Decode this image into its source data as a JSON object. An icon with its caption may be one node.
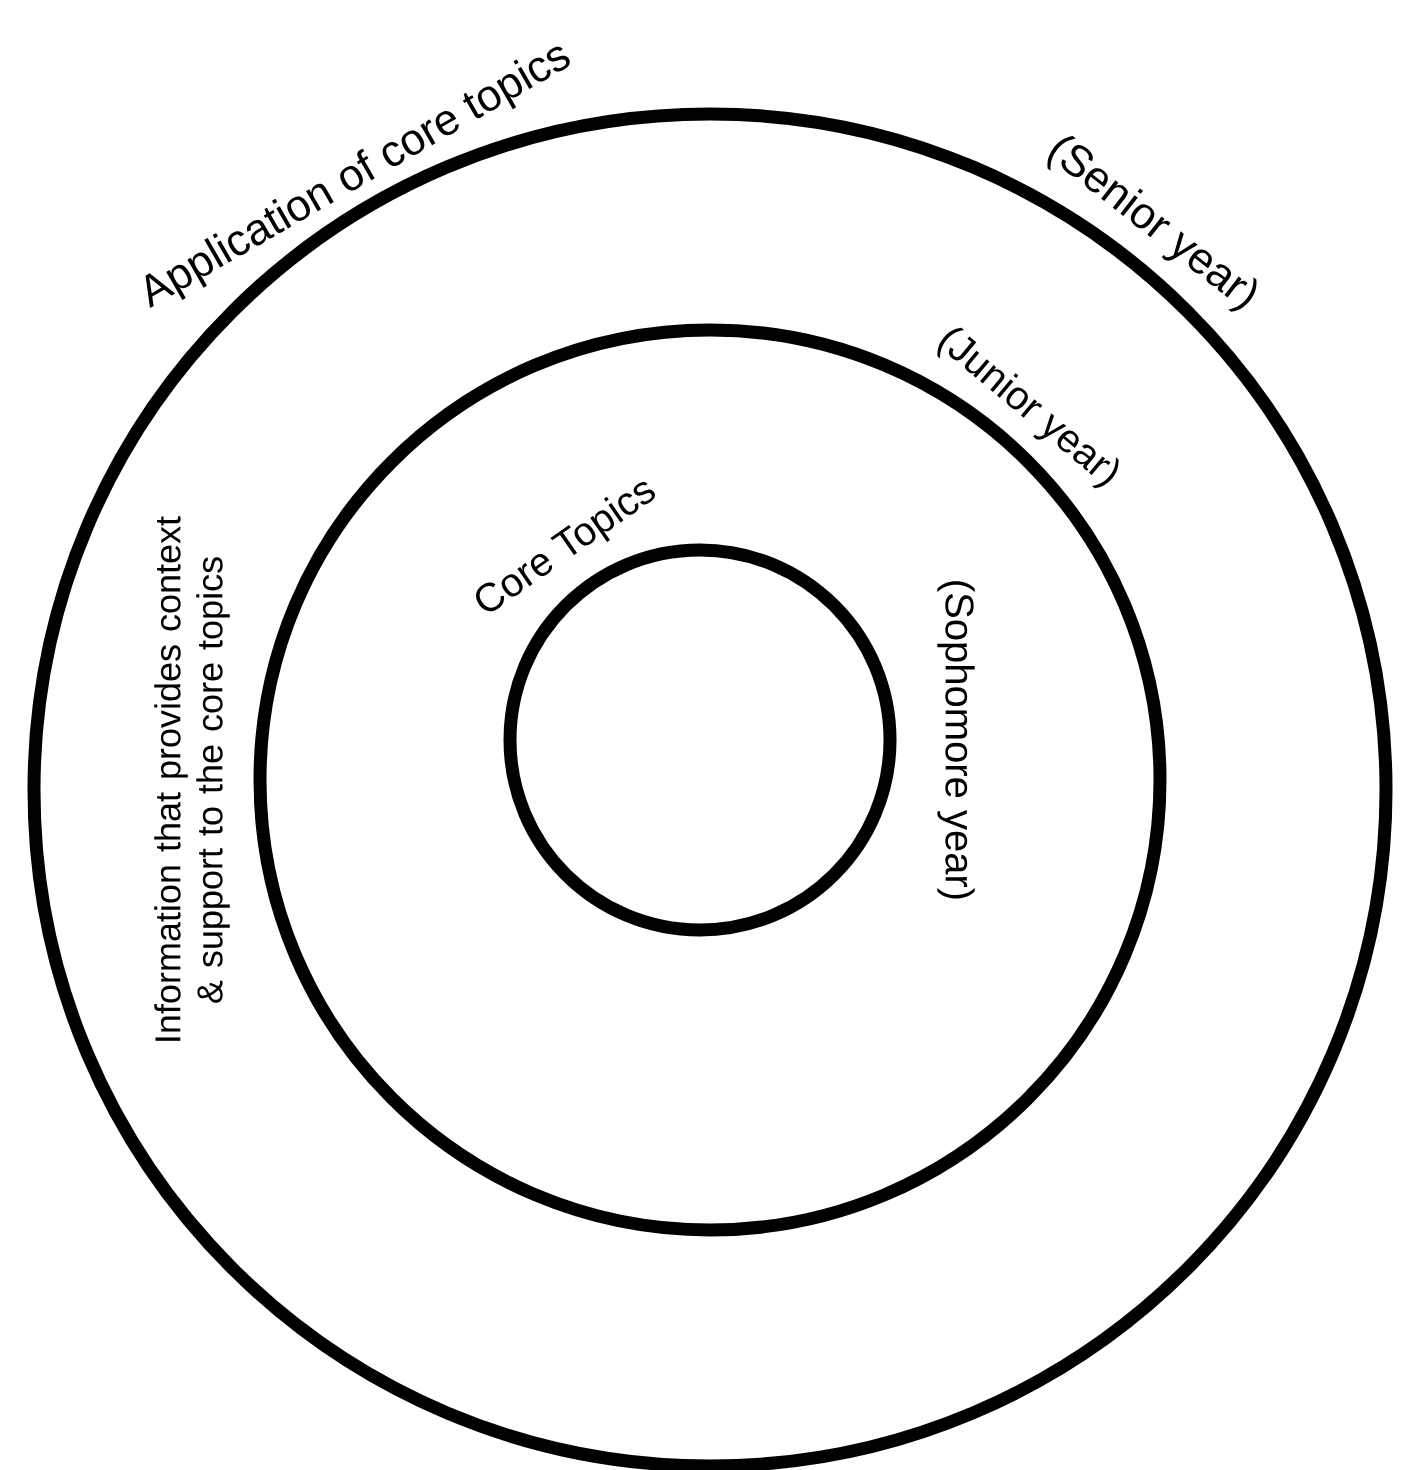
{
  "diagram": {
    "nodes": [
      {
        "text": [
          "Application of core topics",
          "(Senior year)"
        ]
      },
      {
        "text": [
          "Information that provides context & support to the core topics",
          "(Junior year)"
        ],
        "in": 0
      },
      {
        "text": [
          "Core Topics",
          "(Sophomore year)"
        ],
        "in": 1
      }
    ]
  }
}
